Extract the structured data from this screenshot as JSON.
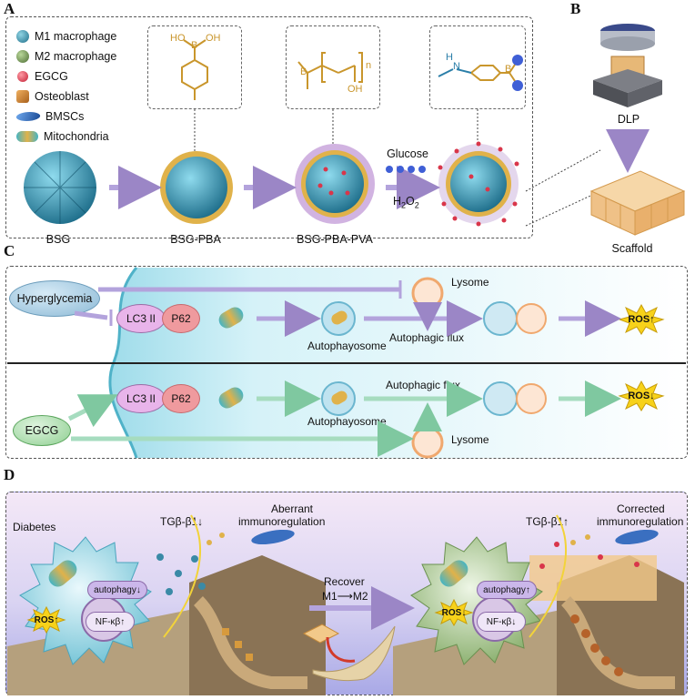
{
  "panels": {
    "a": "A",
    "b": "B",
    "c": "C",
    "d": "D"
  },
  "legend": [
    {
      "label": "M1 macrophage",
      "color": "#3a8aa6"
    },
    {
      "label": "M2 macrophage",
      "color": "#6f8f4c"
    },
    {
      "label": "EGCG",
      "color": "#d9364a"
    },
    {
      "label": "Osteoblast",
      "color": "#c9822e"
    },
    {
      "label": "BMSCs",
      "color": "#3a6fc0"
    },
    {
      "label": "Mitochondria",
      "color": "#2f98a8"
    }
  ],
  "panel_a": {
    "bsg": "BSG",
    "bsg_pba": "BSG-PBA",
    "bsg_pba_pva": "BSG-PBA-PVA",
    "glucose": "Glucose",
    "h2o2": "H",
    "h2o2_sub1": "2",
    "h2o2_o": "O",
    "h2o2_sub2": "2",
    "chem_b": "B",
    "chem_oh1": "OH",
    "chem_oh2": "HO",
    "pva_oh": "OH",
    "pva_n": "n",
    "pva_b": "B",
    "nh": "N",
    "nh_h": "H",
    "final_b": "B"
  },
  "panel_b": {
    "dlp": "DLP",
    "scaffold": "Scaffold"
  },
  "panel_c": {
    "hyperglycemia": "Hyperglycemia",
    "egcg": "EGCG",
    "lc3": "LC3 II",
    "p62": "P62",
    "lysome_top": "Lysome",
    "lysome_bottom": "Lysome",
    "autophagosome_top": "Autophayosome",
    "autophagosome_bottom": "Autophayosome",
    "flux_top": "Autophagic flux",
    "flux_bottom": "Autophagic flux",
    "ros_up": "ROS↑",
    "ros_down": "ROS↓",
    "colors": {
      "hyper": "#9cc7e0",
      "egcg": "#a6dca8",
      "lc3": "#e8b4ea",
      "p62": "#ef9a9e",
      "ros": "#f7d21a",
      "cell": "#bfe9f2"
    }
  },
  "panel_d": {
    "diabetes": "Diabetes",
    "tgf_left": "TGβ-β1↓",
    "aberrant": "Aberrant",
    "immuno_left": "immunoregulation",
    "tgf_right": "TGβ-β1↑",
    "corrected": "Corrected",
    "immuno_right": "immunoregulation",
    "recover": "Recover",
    "m1_m2": "M1⟶M2",
    "autophagy_left": "autophagy↓",
    "autophagy_right": "autophagy↑",
    "ros_left": "ROS↑",
    "ros_right": "ROS↓",
    "nfkb_left": "NF-κβ↑",
    "nfkb_right": "NF-κβ↓"
  }
}
